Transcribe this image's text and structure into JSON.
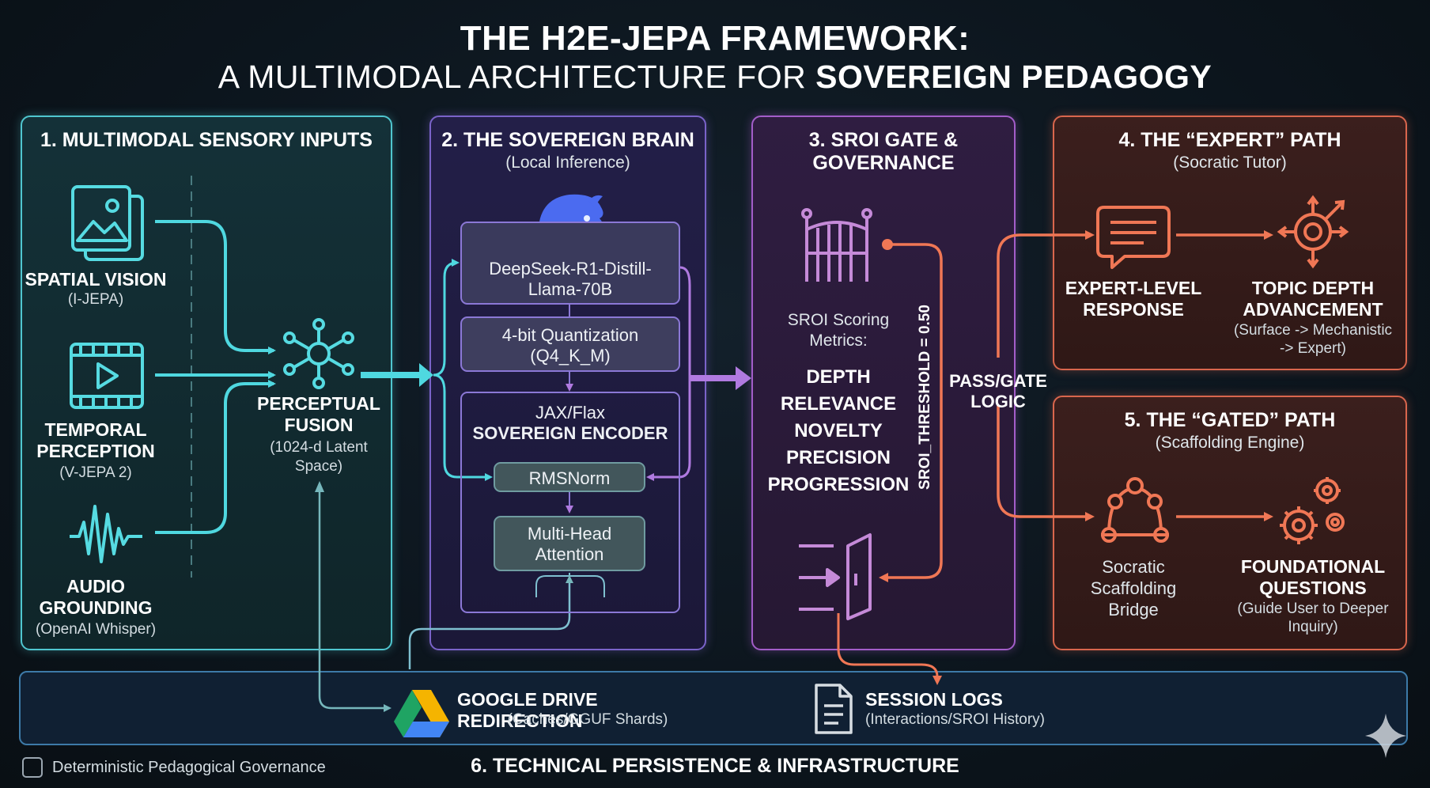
{
  "title": {
    "line1": "THE H2E-JEPA FRAMEWORK:",
    "line2_prefix": "A MULTIMODAL ARCHITECTURE FOR",
    "line2_bold": "SOVEREIGN PEDAGOGY"
  },
  "panel1": {
    "heading": "1. MULTIMODAL SENSORY INPUTS",
    "vision": {
      "label": "SPATIAL VISION",
      "sub": "(I-JEPA)",
      "icon": "image-icon"
    },
    "temporal": {
      "label1": "TEMPORAL",
      "label2": "PERCEPTION",
      "sub": "(V-JEPA 2)",
      "icon": "video-icon"
    },
    "audio": {
      "label1": "AUDIO",
      "label2": "GROUNDING",
      "sub": "(OpenAI Whisper)",
      "icon": "waveform-icon"
    },
    "fusion": {
      "label1": "PERCEPTUAL",
      "label2": "FUSION",
      "sub1": "(1024-d Latent",
      "sub2": "Space)",
      "icon": "network-hub-icon"
    }
  },
  "panel2": {
    "heading": "2. THE SOVEREIGN BRAIN",
    "subheading": "(Local Inference)",
    "model1": "DeepSeek-R1-Distill-",
    "model2": "Llama-70B",
    "quant1": "4-bit Quantization",
    "quant2": "(Q4_K_M)",
    "enc1": "JAX/Flax",
    "enc2": "SOVEREIGN ENCODER",
    "norm": "RMSNorm",
    "attn1": "Multi-Head",
    "attn2": "Attention",
    "logo_icon": "deepseek-whale-icon"
  },
  "panel3": {
    "heading1": "3. SROI GATE &",
    "heading2": "GOVERNANCE",
    "metrics_title1": "SROI Scoring",
    "metrics_title2": "Metrics:",
    "metrics": [
      "DEPTH",
      "RELEVANCE",
      "NOVELTY",
      "PRECISION",
      "PROGRESSION"
    ],
    "threshold": "SROI_THRESHOLD = 0.50",
    "gate_icon": "gate-icon",
    "entry_icon": "door-entry-icon"
  },
  "passgate": {
    "line1": "PASS/GATE",
    "line2": "LOGIC"
  },
  "panel4": {
    "heading": "4. THE “EXPERT” PATH",
    "subheading": "(Socratic Tutor)",
    "response1": "EXPERT-LEVEL",
    "response2": "RESPONSE",
    "topic1": "TOPIC DEPTH",
    "topic2": "ADVANCEMENT",
    "topic_sub1": "(Surface -> Mechanistic",
    "topic_sub2": "-> Expert)",
    "icons": [
      "chat-bubble-icon",
      "target-expand-icon"
    ]
  },
  "panel5": {
    "heading": "5. THE “GATED” PATH",
    "subheading": "(Scaffolding Engine)",
    "bridge1": "Socratic",
    "bridge2": "Scaffolding",
    "bridge3": "Bridge",
    "found1": "FOUNDATIONAL",
    "found2": "QUESTIONS",
    "found_sub1": "(Guide User to Deeper",
    "found_sub2": "Inquiry)",
    "icons": [
      "bridge-nodes-icon",
      "gears-icon"
    ]
  },
  "panel6": {
    "drive_title": "GOOGLE DRIVE REDIRECTION",
    "drive_sub": "(Caches/GGUF Shards)",
    "logs_title": "SESSION LOGS",
    "logs_sub": "(Interactions/SROI History)",
    "footer": "6. TECHNICAL PERSISTENCE & INFRASTRUCTURE",
    "icons": [
      "google-drive-icon",
      "document-icon"
    ]
  },
  "legend": {
    "label": "Deterministic Pedagogical Governance"
  },
  "colors": {
    "cyan": "#4fc6cf",
    "purple": "#7a63c9",
    "magenta": "#a35dc9",
    "orange": "#d9664d",
    "blue": "#3d7aa8"
  }
}
